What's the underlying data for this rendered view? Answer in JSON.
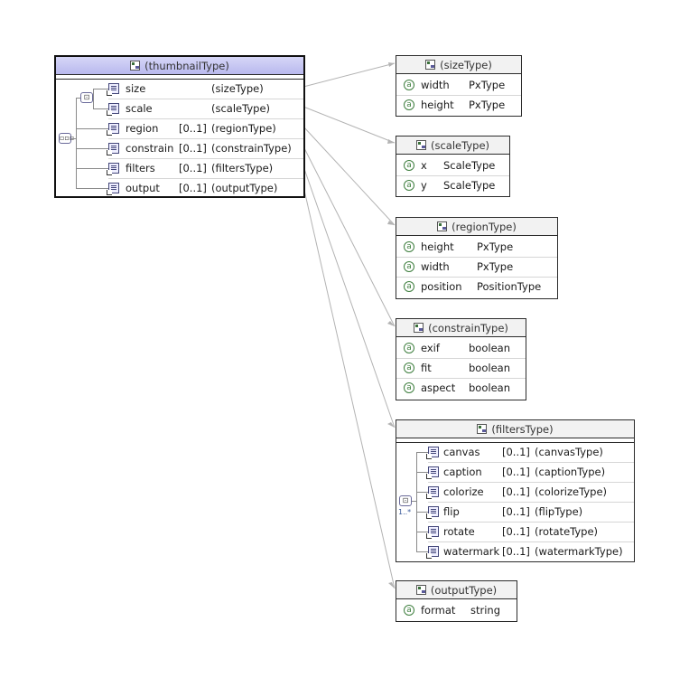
{
  "thumbnail": {
    "title": "(thumbnailType)",
    "sequence_label": "▫▫▫",
    "choice_label": "⊡",
    "rows": [
      {
        "name": "size",
        "mult": "",
        "type": "(sizeType)"
      },
      {
        "name": "scale",
        "mult": "",
        "type": "(scaleType)"
      },
      {
        "name": "region",
        "mult": "[0..1]",
        "type": "(regionType)"
      },
      {
        "name": "constrain",
        "mult": "[0..1]",
        "type": "(constrainType)"
      },
      {
        "name": "filters",
        "mult": "[0..1]",
        "type": "(filtersType)"
      },
      {
        "name": "output",
        "mult": "[0..1]",
        "type": "(outputType)"
      }
    ]
  },
  "sizeType": {
    "title": "(sizeType)",
    "attrs": [
      {
        "icon": "a",
        "name": "width",
        "type": "PxType"
      },
      {
        "icon": "a",
        "name": "height",
        "type": "PxType"
      }
    ]
  },
  "scaleType": {
    "title": "(scaleType)",
    "attrs": [
      {
        "icon": "a",
        "name": "x",
        "type": "ScaleType"
      },
      {
        "icon": "a",
        "name": "y",
        "type": "ScaleType"
      }
    ]
  },
  "regionType": {
    "title": "(regionType)",
    "attrs": [
      {
        "icon": "a",
        "name": "height",
        "type": "PxType"
      },
      {
        "icon": "a",
        "name": "width",
        "type": "PxType"
      },
      {
        "icon": "a",
        "name": "position",
        "type": "PositionType"
      }
    ]
  },
  "constrainType": {
    "title": "(constrainType)",
    "attrs": [
      {
        "icon": "a",
        "name": "exif",
        "type": "boolean"
      },
      {
        "icon": "a",
        "name": "fit",
        "type": "boolean"
      },
      {
        "icon": "a",
        "name": "aspect",
        "type": "boolean"
      }
    ]
  },
  "filtersType": {
    "title": "(filtersType)",
    "choice_mult": "1..*",
    "rows": [
      {
        "name": "canvas",
        "mult": "[0..1]",
        "type": "(canvasType)"
      },
      {
        "name": "caption",
        "mult": "[0..1]",
        "type": "(captionType)"
      },
      {
        "name": "colorize",
        "mult": "[0..1]",
        "type": "(colorizeType)"
      },
      {
        "name": "flip",
        "mult": "[0..1]",
        "type": "(flipType)"
      },
      {
        "name": "rotate",
        "mult": "[0..1]",
        "type": "(rotateType)"
      },
      {
        "name": "watermark",
        "mult": "[0..1]",
        "type": "(watermarkType)"
      }
    ]
  },
  "outputType": {
    "title": "(outputType)",
    "attrs": [
      {
        "icon": "a",
        "name": "format",
        "type": "string"
      }
    ]
  },
  "colors": {
    "wire": "#b0b0b0",
    "header_selected": "#c4c4f2",
    "attr_icon": "#3f7f3f"
  }
}
